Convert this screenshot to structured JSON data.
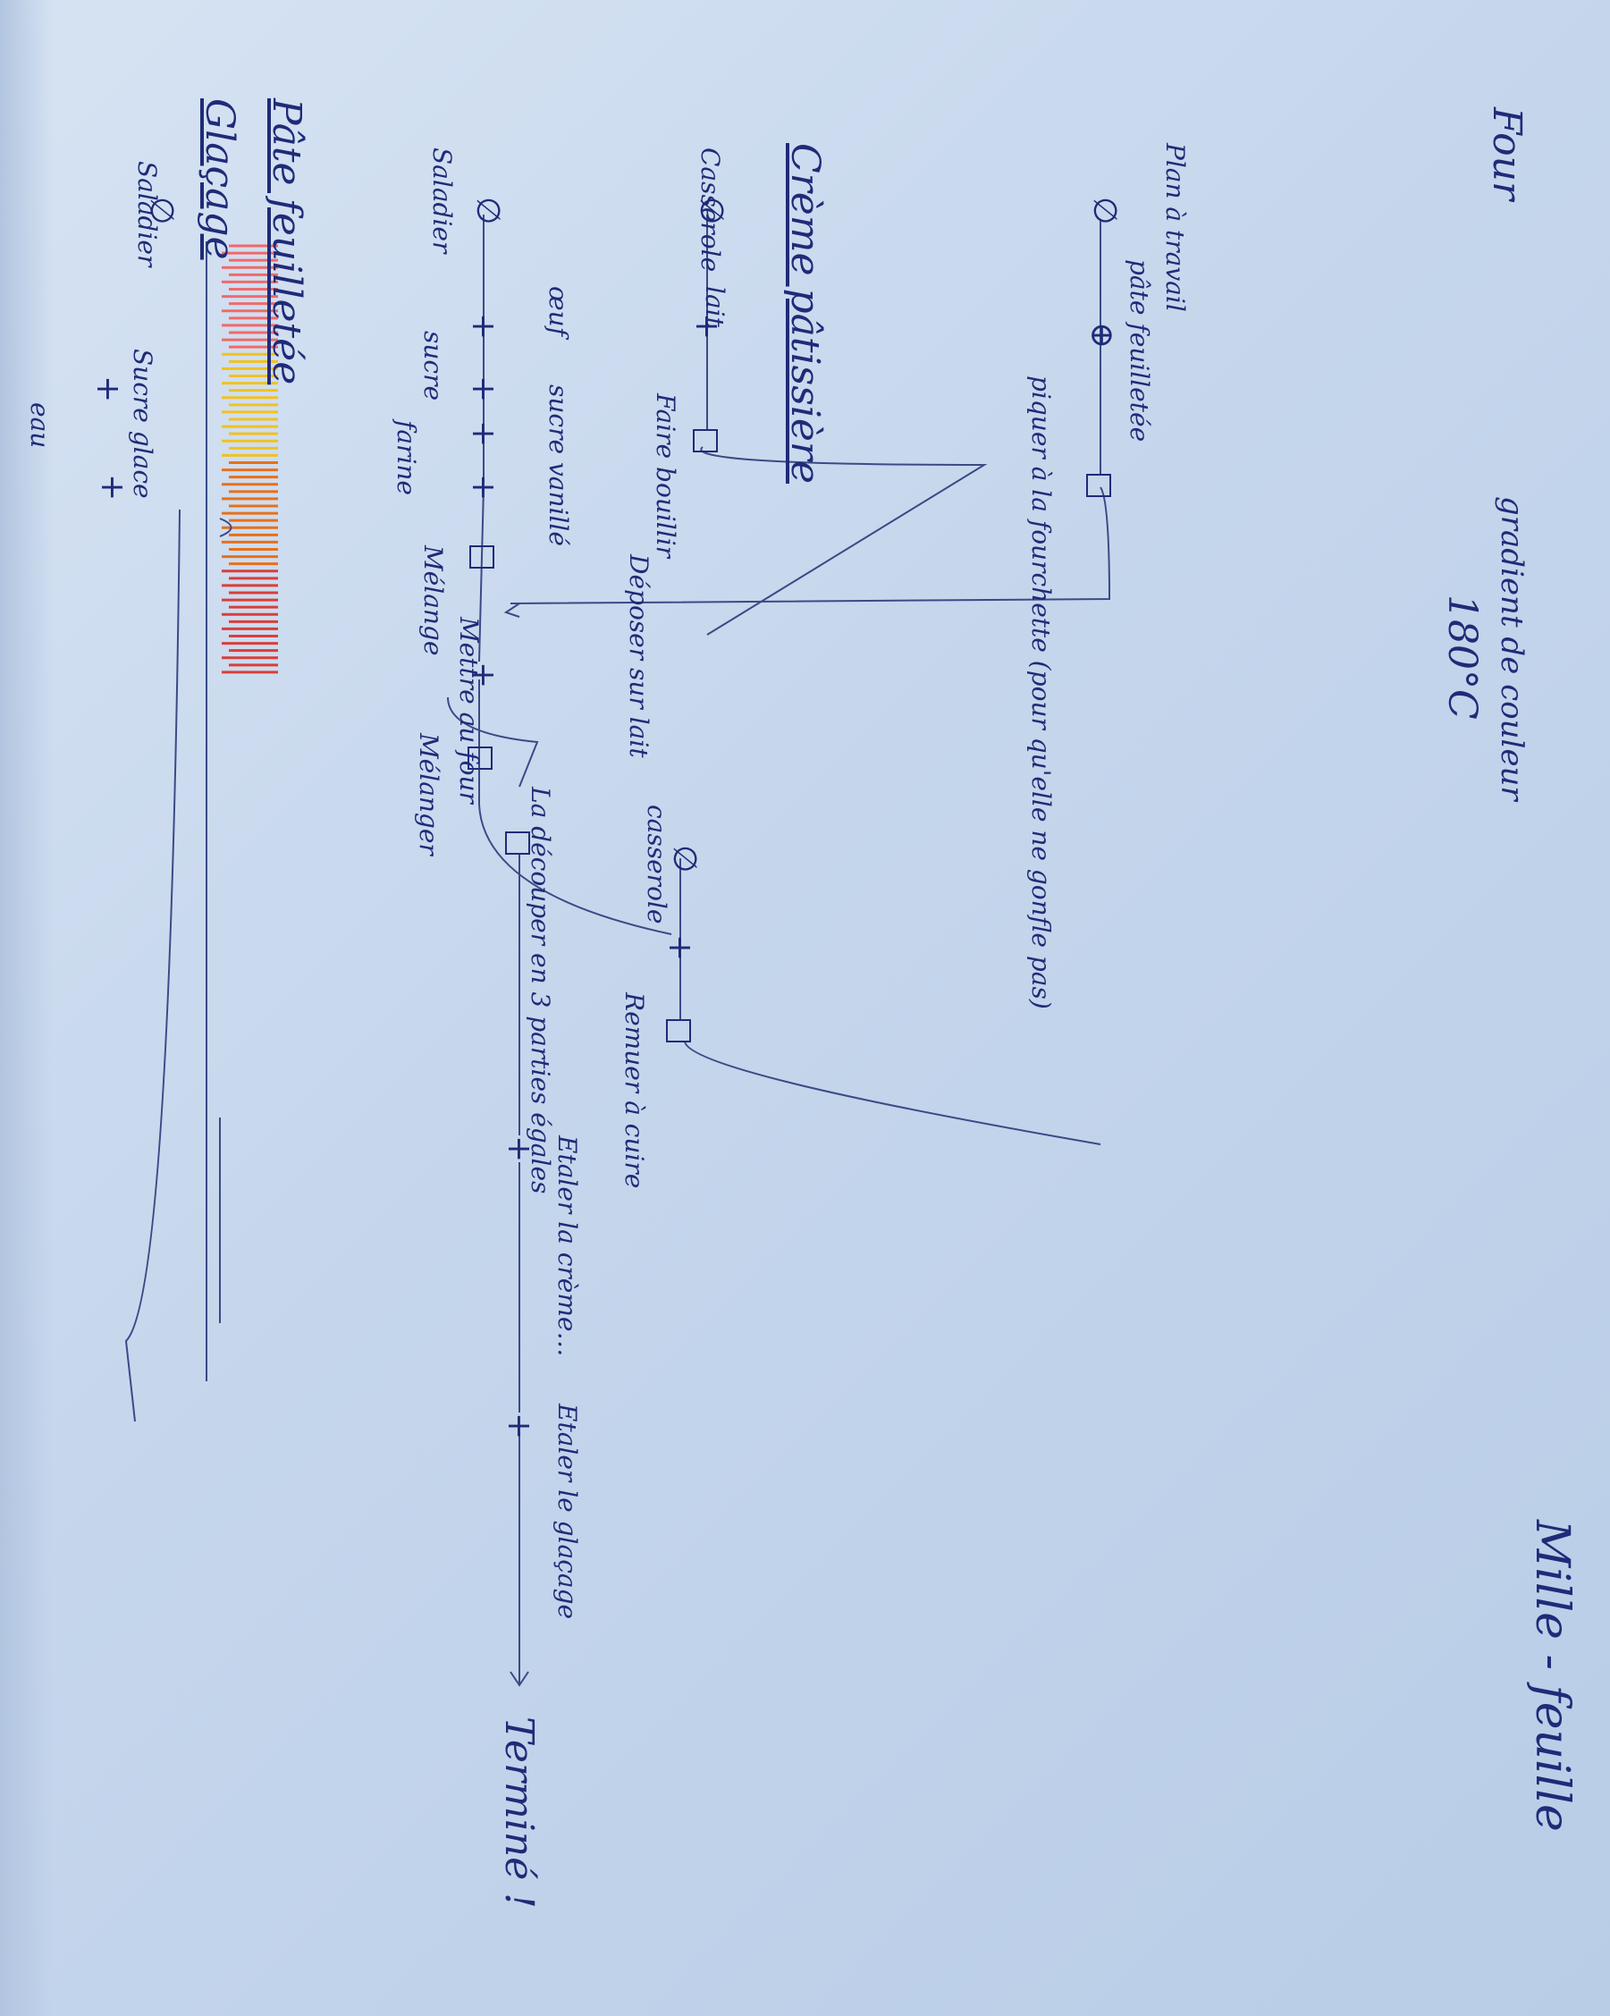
{
  "title": "Mille - feuille",
  "oven": {
    "label": "Four",
    "gradient_label": "gradient de couleur",
    "temperature": "180°C",
    "colors": [
      "#f06a6a",
      "#f1c21f",
      "#e8701a",
      "#d93e3a"
    ]
  },
  "sections": {
    "pate": "Pâte feuilletée",
    "creme": "Crème pâtissière",
    "glacage": "Glaçage"
  },
  "nodes": {
    "plan_travail": "Plan à travail",
    "pate_ingredient": "pâte feuilletée",
    "piquer": "piquer à la fourchette (pour qu'elle ne gonfle pas)",
    "mettre_four": "Mettre au four",
    "decouper": "La découper en 3 parties égales",
    "casserole": "Casserole",
    "lait": "lait",
    "faire_bouillir": "Faire bouillir",
    "deposer": "Déposer sur lait",
    "saladier": "Saladier",
    "oeuf": "œuf",
    "sucre_vanille": "sucre vanillé",
    "sucre": "sucre",
    "farine": "farine",
    "melange_1": "Mélange",
    "melange_2": "Mélanger",
    "casserole_2": "casserole",
    "remuer": "Remuer à cuire",
    "etaler_creme": "Etaler la crème…",
    "etaler_glacage": "Etaler le glaçage",
    "termine": "Terminé !",
    "saladier_glacage": "Saladier",
    "sucre_glace": "Sucre glace",
    "eau": "eau"
  },
  "symbols": {
    "empty": "∅",
    "plus": "+",
    "circled_plus": "⊕"
  }
}
